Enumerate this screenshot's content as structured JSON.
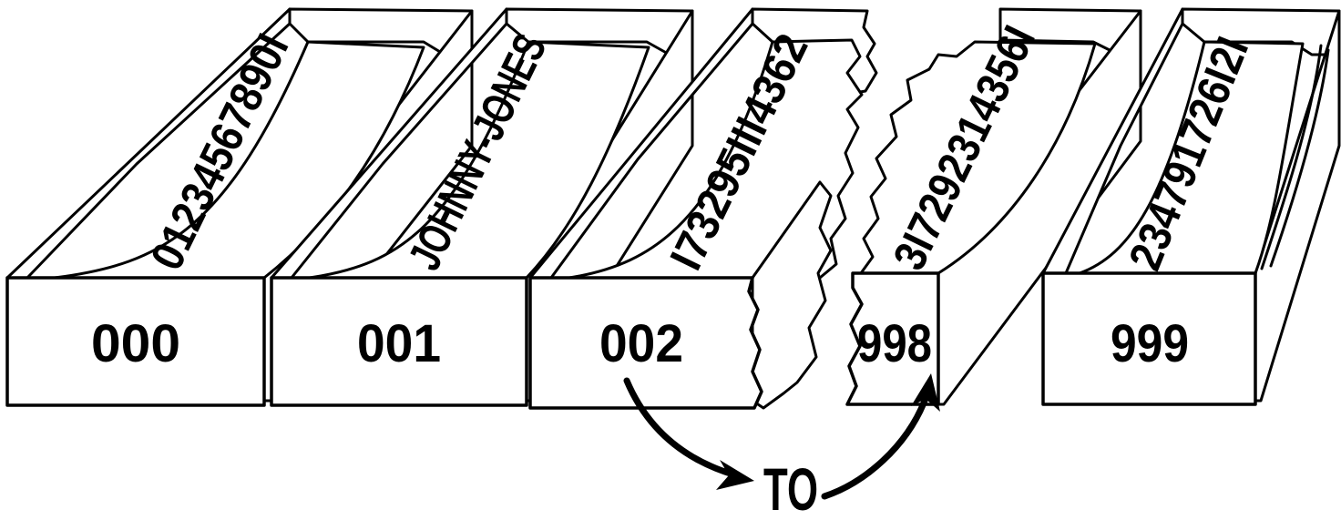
{
  "records": [
    {
      "number": "000",
      "content": "01234567890I"
    },
    {
      "number": "001",
      "content": "JOHNNY-JONES"
    },
    {
      "number": "002",
      "content": "I73295III43​62"
    },
    {
      "number": "998",
      "content": "3I7292314356I"
    },
    {
      "number": "999",
      "content": "234791726I2I"
    }
  ],
  "connector": {
    "label": "TO"
  }
}
